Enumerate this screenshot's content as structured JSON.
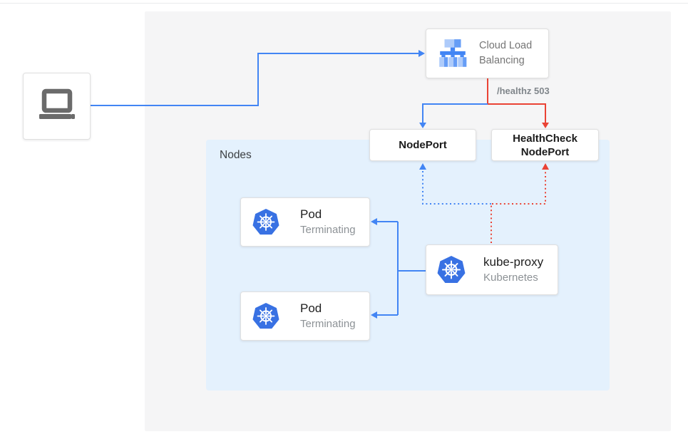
{
  "colors": {
    "blue": "#4285f4",
    "red": "#ea4335",
    "canvas_bg": "#f5f5f6",
    "nodes_bg": "#e4f1fd",
    "box_border": "#e0e0e0",
    "title_text": "#212121",
    "subtitle_text": "#8d9296",
    "gray_label": "#80868b",
    "nodes_label": "#3c4043",
    "laptop_gray": "#6b6b6b",
    "k8s_blue": "#3871e3",
    "clb_light": "#aecbfa",
    "clb_mid": "#669df6",
    "clb_dark": "#4285f4"
  },
  "diagram": {
    "nodes_container_label": "Nodes",
    "client": {
      "icon": "laptop-icon"
    },
    "cloud_load_balancing": {
      "icon": "cloud-load-balancing-icon",
      "label": "Cloud Load Balancing"
    },
    "edge_labels": {
      "healthz": "/healthz 503"
    },
    "nodeport": {
      "label": "NodePort"
    },
    "healthcheck_nodeport": {
      "label": "HealthCheck NodePort"
    },
    "pods": [
      {
        "icon": "kubernetes-icon",
        "title": "Pod",
        "status": "Terminating"
      },
      {
        "icon": "kubernetes-icon",
        "title": "Pod",
        "status": "Terminating"
      }
    ],
    "kube_proxy": {
      "icon": "kubernetes-icon",
      "title": "kube-proxy",
      "subtitle": "Kubernetes"
    }
  }
}
